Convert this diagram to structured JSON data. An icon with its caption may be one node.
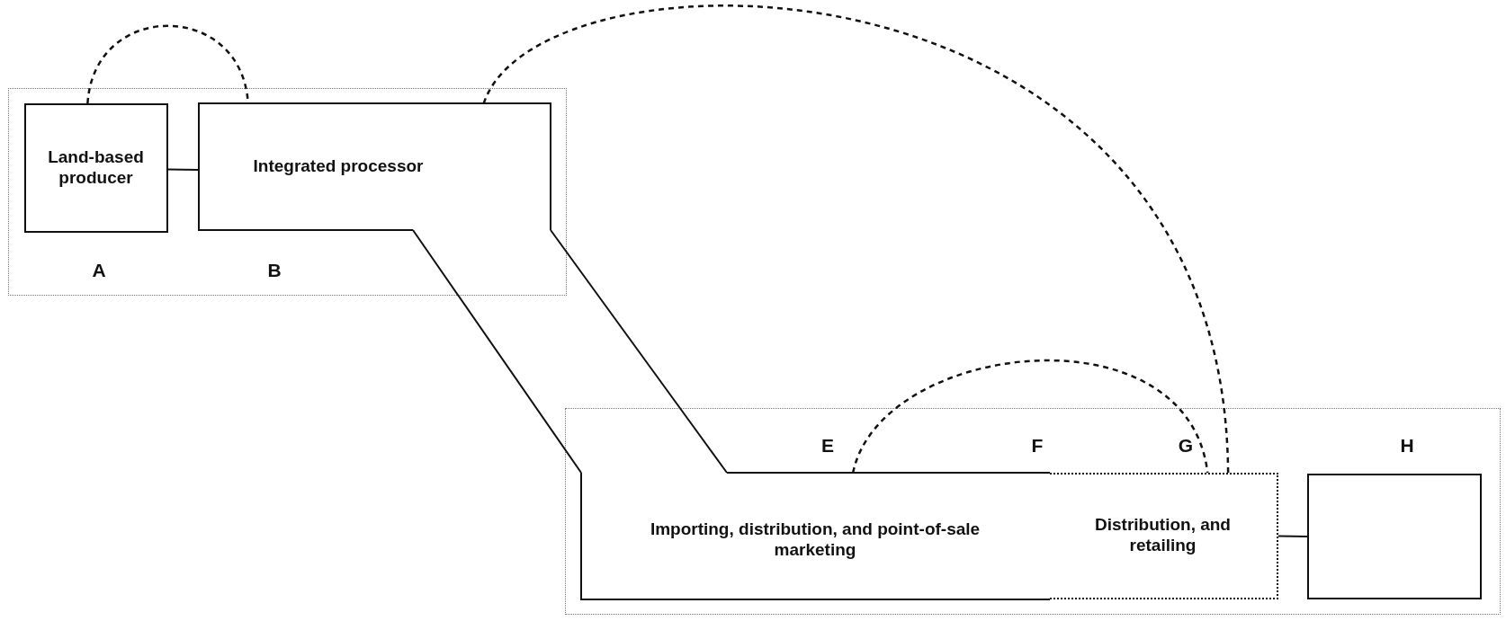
{
  "diagram": {
    "nodes": [
      {
        "text": [],
        "shape": "box"
      },
      {
        "text": [
          "Land-based producer"
        ],
        "in": 0
      },
      {
        "text": [
          "Integrated processor"
        ],
        "in": 0
      },
      {
        "text": [],
        "shape": "box"
      },
      {
        "text": [
          "Importing, distribution, and point-of-sale marketing"
        ],
        "in": 3
      },
      {
        "text": [
          "Distribution, and retailing"
        ],
        "in": 3
      },
      {
        "text": [],
        "shape": "box",
        "in": 3
      }
    ],
    "edges": [
      {
        "from": 1,
        "to": 2,
        "arrow": "none"
      },
      {
        "from": 1,
        "to": 2,
        "arrow": "none",
        "style": "dashed"
      },
      {
        "from": 2,
        "to": 5,
        "arrow": "none",
        "style": "dashed"
      },
      {
        "from": 4,
        "to": 5,
        "arrow": "none",
        "style": "dashed"
      },
      {
        "from": 5,
        "to": 6,
        "arrow": "none"
      }
    ],
    "labels": [
      "A",
      "B",
      "E",
      "F",
      "G",
      "H"
    ]
  }
}
